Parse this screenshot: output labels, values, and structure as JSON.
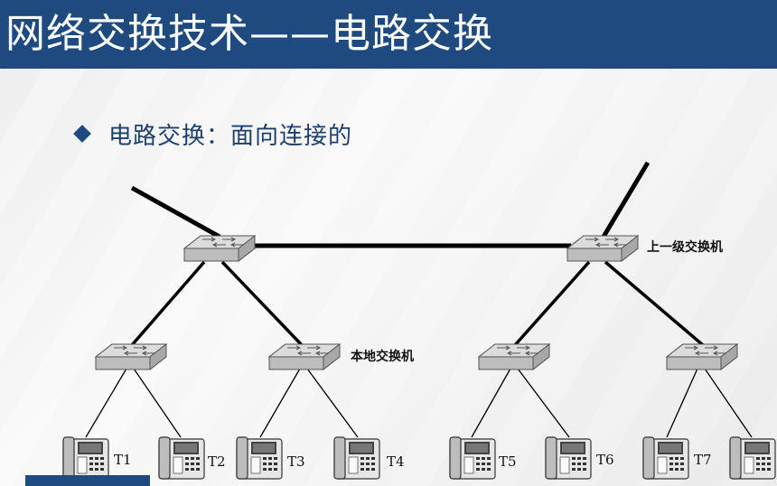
{
  "header": {
    "title": "网络交换技术——电路交换"
  },
  "bullet": {
    "text": "电路交换：面向连接的"
  },
  "diagram": {
    "upper_switch_label": "上一级交换机",
    "local_switch_label": "本地交换机",
    "terminals": [
      "T1",
      "T2",
      "T3",
      "T4",
      "T5",
      "T6",
      "T7",
      ""
    ]
  }
}
